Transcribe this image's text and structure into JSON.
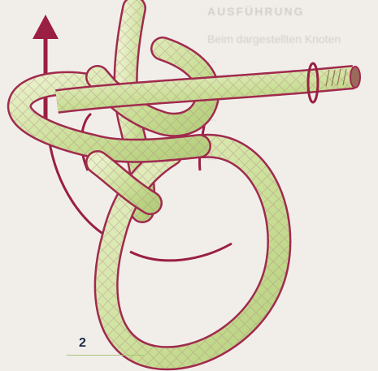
{
  "background_text": {
    "heading": "AUSFÜHRUNG",
    "lines": [
      "Beim dargestellten Knoten",
      "...",
      "...",
      "...",
      "...",
      "...",
      "..."
    ]
  },
  "figure": {
    "step_label": "2",
    "rope_color": "#c9df95",
    "rope_outline": "#a02a4e",
    "arrow_color": "#9a1f43",
    "arrow_direction": "up"
  }
}
